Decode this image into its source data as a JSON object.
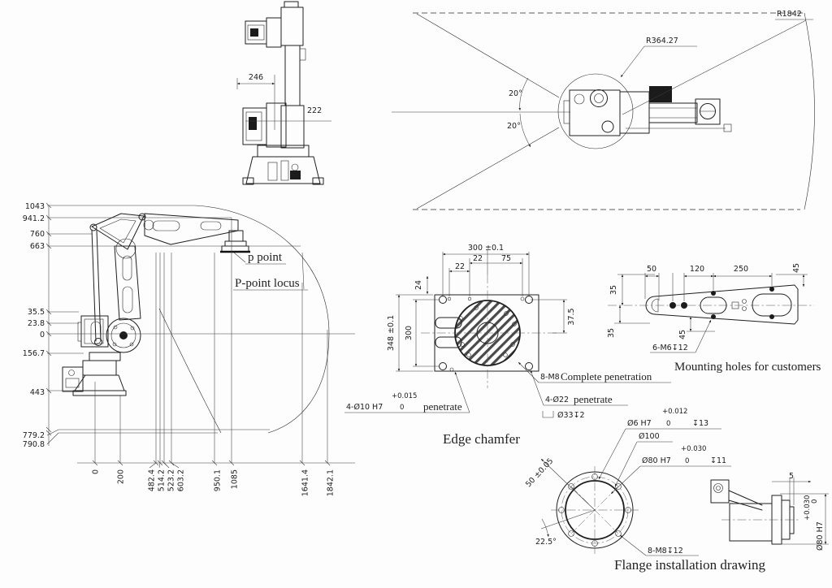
{
  "front_view": {
    "d246": "246",
    "d222": "222"
  },
  "top_view": {
    "r1842": "R1842",
    "r364": "R364.27",
    "ang_up": "20°",
    "ang_dn": "20°"
  },
  "side_view": {
    "p_point": "p point",
    "locus": "P-point locus",
    "h": [
      "1043",
      "941.2",
      "760",
      "663",
      "35.5",
      "23.8",
      "0",
      "156.7",
      "443",
      "779.2",
      "790.8"
    ],
    "x": [
      "0",
      "200",
      "482.4",
      "514.2",
      "523.2",
      "603.2",
      "950.1",
      "1085",
      "1641.4",
      "1842.1"
    ]
  },
  "base_view": {
    "caption": "Edge chamfer",
    "d300h": "300 ±0.1",
    "d22a": "22",
    "d75": "75",
    "d22b": "22",
    "d24": "24",
    "d375": "37.5",
    "d300v": "300",
    "d348": "348 ±0.1",
    "n_m8_a": "8-M8",
    "n_m8_b": "Complete penetration",
    "n_d22_a": "4-Ø22",
    "n_d22_b": "penetrate",
    "n_d33": "Ø33↧2",
    "n_d10": "4-Ø10 H7",
    "n_d10_t": "+0.015",
    "n_d10_b": "0",
    "n_d10_s": "penetrate"
  },
  "arm_view": {
    "caption": "Mounting holes for customers",
    "d35t": "35",
    "d50": "50",
    "d120": "120",
    "d250": "250",
    "d45r": "45",
    "d35b": "35",
    "d45b": "45",
    "n_m6": "6-M6↧12"
  },
  "flange_view": {
    "caption": "Flange installation drawing",
    "d6": "Ø6 H7",
    "d6_t": "+0.012",
    "d6_b": "0",
    "d6_d": "↧13",
    "d100": "Ø100",
    "d80": "Ø80 H7",
    "d80_t": "+0.030",
    "d80_b": "0",
    "d80_d": "↧11",
    "d50": "50 ±0.05",
    "ang": "22.5°",
    "n_m8": "8-M8↧12",
    "sec_d5": "5",
    "sec_d80": "Ø80 H7",
    "sec_t": "+0.030",
    "sec_b": "0"
  }
}
